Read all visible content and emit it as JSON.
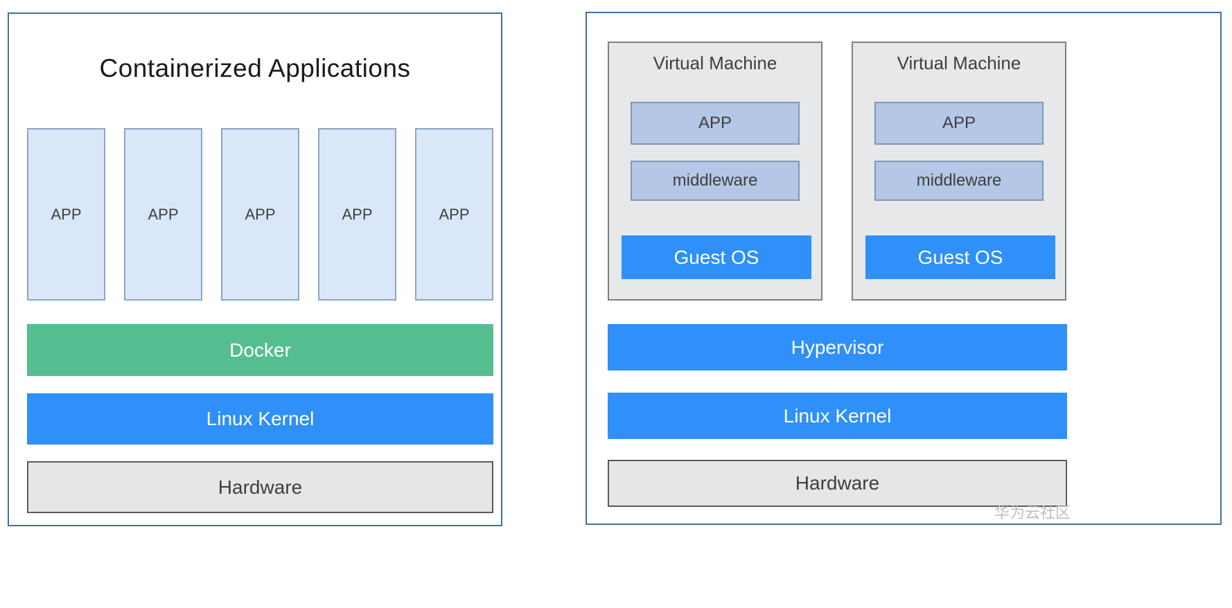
{
  "left_panel": {
    "title": "Containerized Applications",
    "apps": [
      "APP",
      "APP",
      "APP",
      "APP",
      "APP"
    ],
    "docker": "Docker",
    "kernel": "Linux Kernel",
    "hardware": "Hardware"
  },
  "right_panel": {
    "vms": [
      {
        "title": "Virtual Machine",
        "app": "APP",
        "middleware": "middleware",
        "guest_os": "Guest OS"
      },
      {
        "title": "Virtual Machine",
        "app": "APP",
        "middleware": "middleware",
        "guest_os": "Guest OS"
      }
    ],
    "hypervisor": "Hypervisor",
    "kernel": "Linux Kernel",
    "hardware": "Hardware"
  },
  "watermark": "华为云社区",
  "colors": {
    "panel_border": "#41719C",
    "docker_green": "#55BE91",
    "os_blue": "#2E90F8",
    "app_box_fill": "#D9E7F8",
    "vm_box_fill": "#E7E8E9",
    "vm_inner_fill": "#B4C7E7",
    "hardware_fill": "#E7E6E6",
    "watermark_gray": "#BFBFBF"
  }
}
